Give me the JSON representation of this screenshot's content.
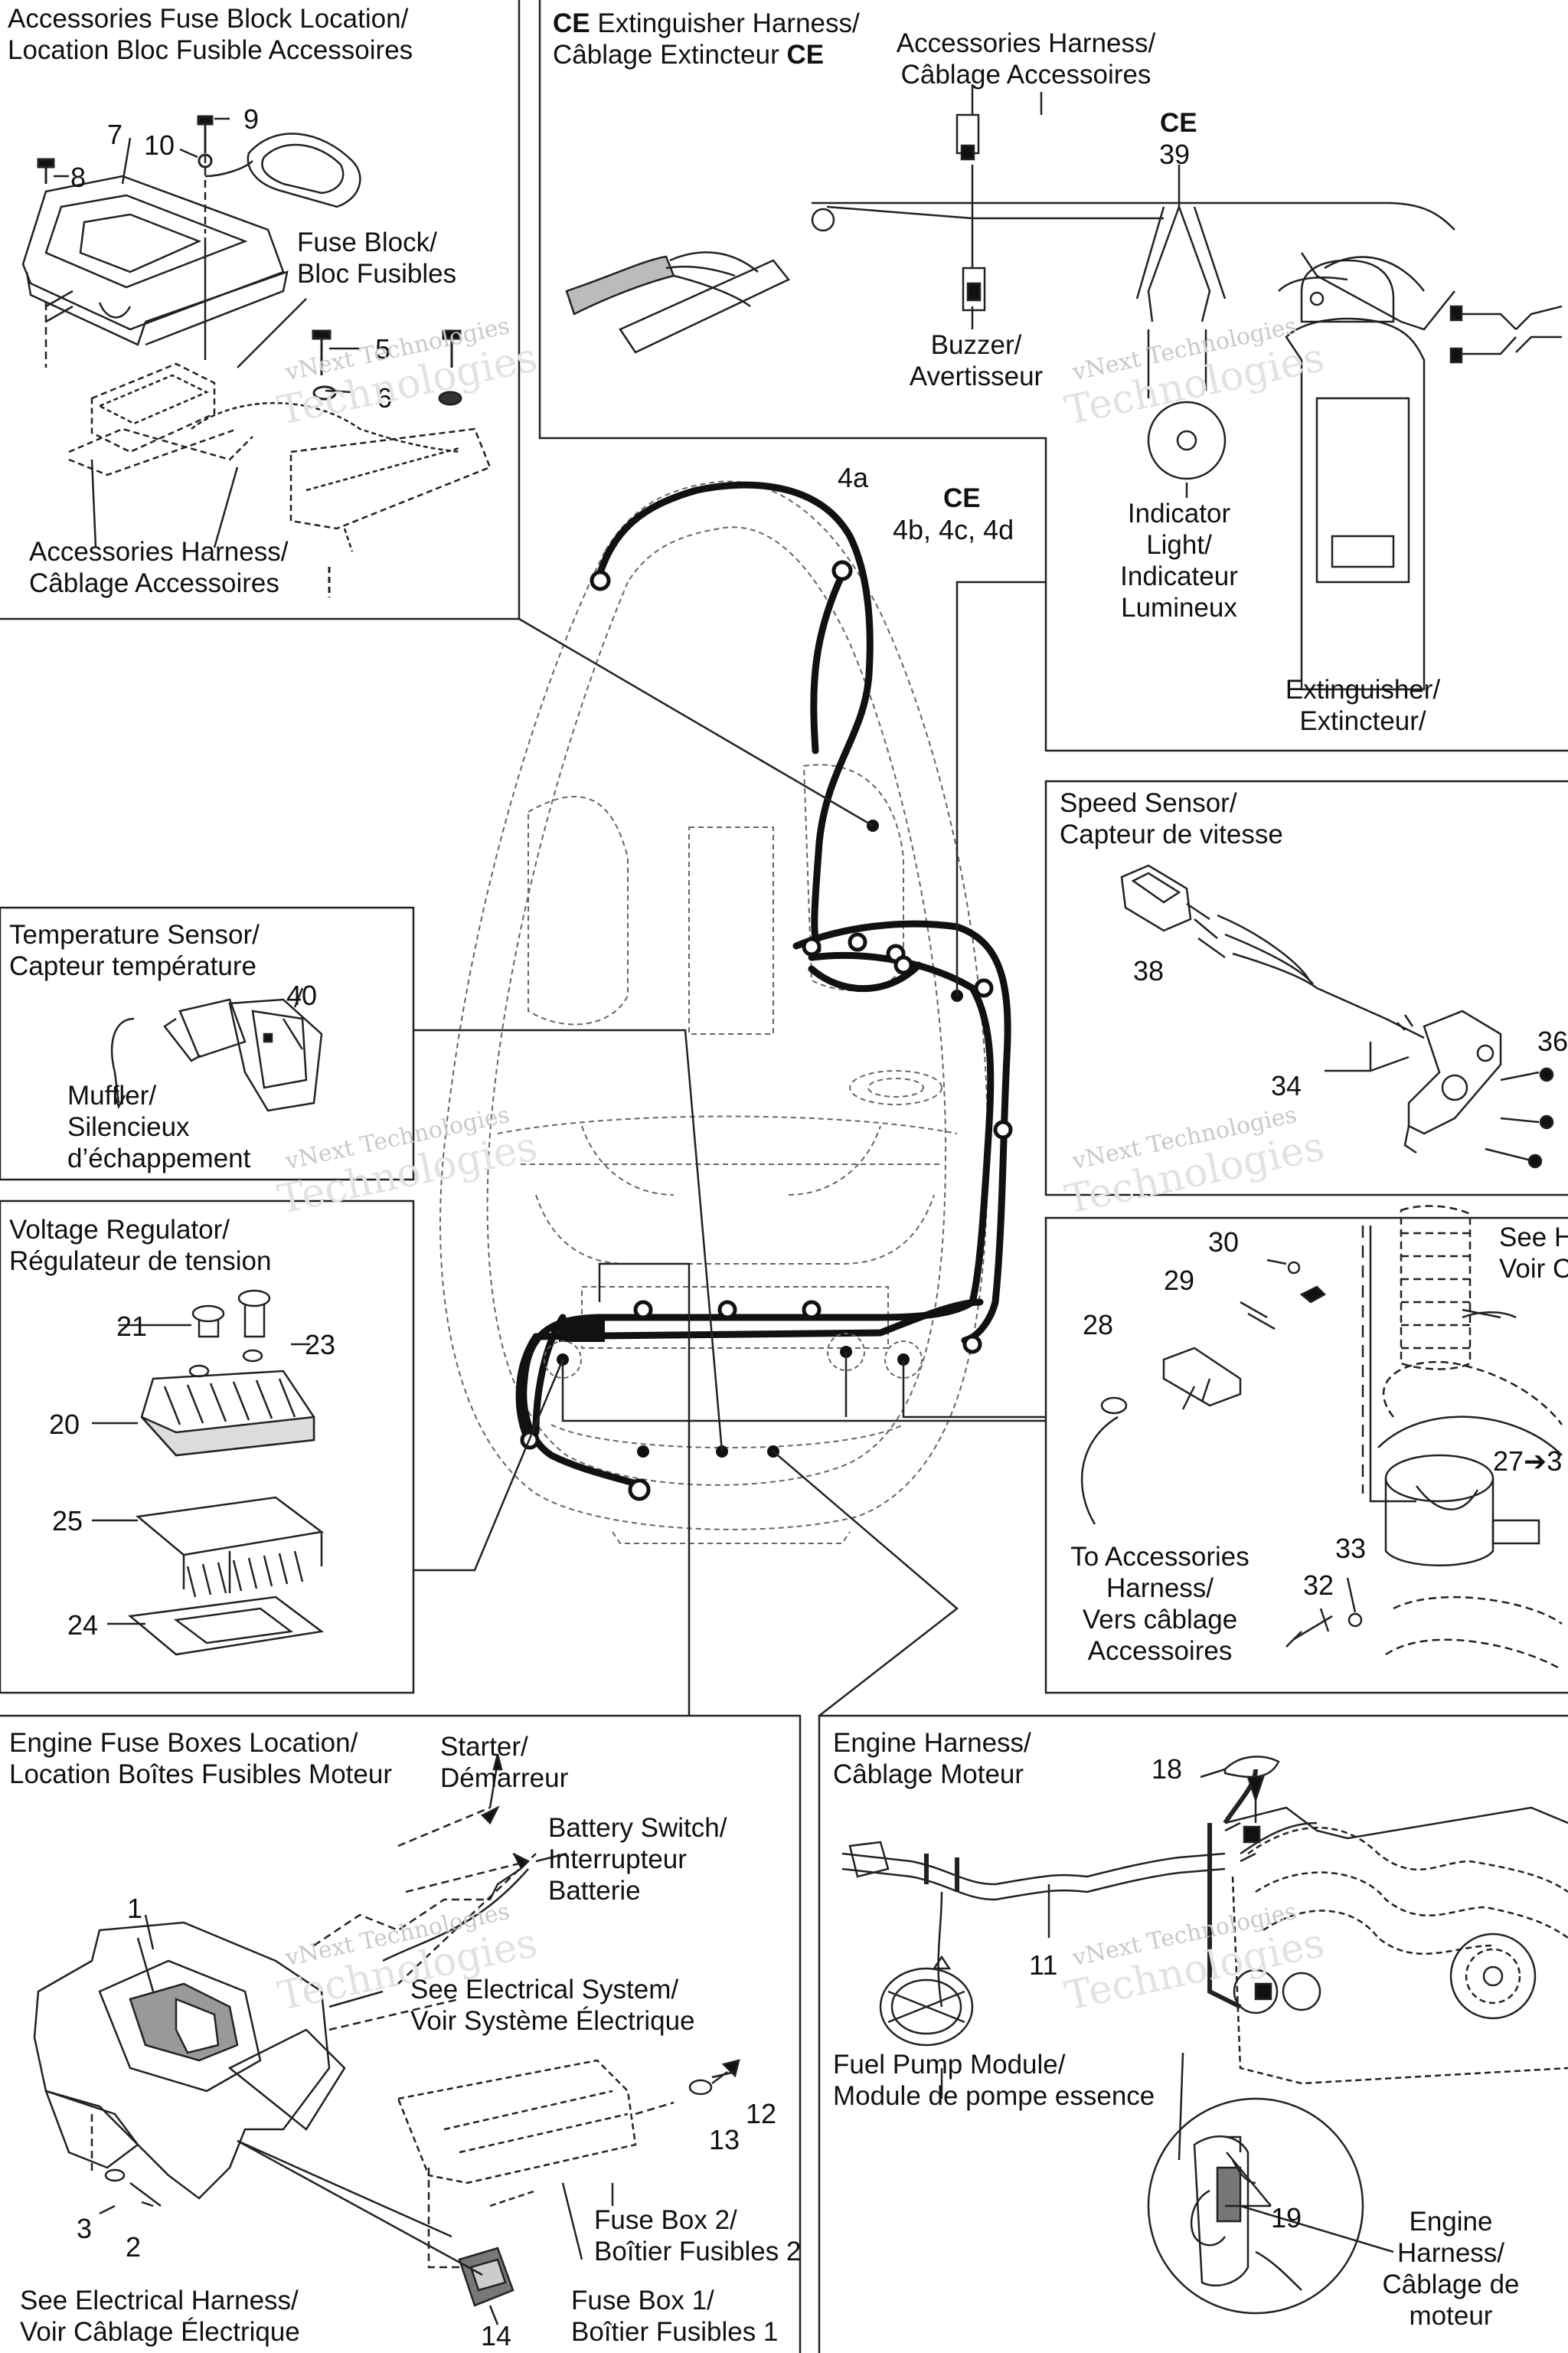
{
  "panels": {
    "accessories_fuse_block": {
      "title_1": "Accessories Fuse Block Location/",
      "title_2": "Location Bloc Fusible Accessoires"
    },
    "ce_extinguisher": {
      "title_1_bold": "CE",
      "title_1": " Extinguisher Harness/",
      "title_2": "Câblage Extincteur ",
      "title_2_bold": "CE"
    },
    "speed_sensor": {
      "title_1": "Speed Sensor/",
      "title_2": "Capteur de vitesse"
    },
    "temperature_sensor": {
      "title_1": "Temperature Sensor/",
      "title_2": "Capteur température"
    },
    "voltage_regulator": {
      "title_1": "Voltage Regulator/",
      "title_2": "Régulateur de tension"
    },
    "engine_fuse_boxes": {
      "title_1": "Engine Fuse Boxes Location/",
      "title_2": "Location Boîtes Fusibles Moteur"
    },
    "engine_harness": {
      "title_1": "Engine Harness/",
      "title_2": "Câblage Moteur"
    }
  },
  "labels": {
    "fuse_block": [
      "Fuse Block/",
      "Bloc Fusibles"
    ],
    "accessories_harness_left": [
      "Accessories Harness/",
      "Câblage Accessoires"
    ],
    "accessories_harness_top": [
      "Accessories Harness/",
      "Câblage Accessoires"
    ],
    "buzzer": [
      "Buzzer/",
      "Avertisseur"
    ],
    "indicator_light": [
      "Indicator",
      "Light/",
      "Indicateur",
      "Lumineux"
    ],
    "extinguisher": [
      "Extinguisher/",
      "Extincteur/"
    ],
    "muffler": [
      "Muffler/",
      "Silencieux",
      "d’échappement"
    ],
    "see_h": [
      "See H",
      "Voir Co"
    ],
    "to_accessories_harness": [
      "To Accessories",
      "Harness/",
      "Vers câblage",
      "Accessoires"
    ],
    "starter": [
      "Starter/",
      "Démarreur"
    ],
    "battery_switch": [
      "Battery Switch/",
      "Interrupteur",
      "Batterie"
    ],
    "see_electrical_system": [
      "See Electrical System/",
      "Voir Système Électrique"
    ],
    "fuse_box_2": [
      "Fuse Box 2/",
      "Boîtier Fusibles 2"
    ],
    "fuse_box_1": [
      "Fuse Box 1/",
      "Boîtier Fusibles 1"
    ],
    "see_electrical_harness": [
      "See Electrical Harness/",
      "Voir Câblage Électrique"
    ],
    "fuel_pump_module": [
      "Fuel Pump Module/",
      "Module de pompe essence"
    ],
    "engine_harness_callout": [
      "Engine",
      "Harness/",
      "Câblage de",
      "moteur"
    ],
    "ce_39": "CE",
    "ce_4": "CE"
  },
  "callouts": {
    "n1": "1",
    "n2": "2",
    "n3": "3",
    "n4a": "4a",
    "n4bcd": "4b, 4c, 4d",
    "n5": "5",
    "n6": "6",
    "n7": "7",
    "n8": "8",
    "n9": "9",
    "n10": "10",
    "n11": "11",
    "n12": "12",
    "n13": "13",
    "n14": "14",
    "n18": "18",
    "n19": "19",
    "n20": "20",
    "n21": "21",
    "n23": "23",
    "n24": "24",
    "n25": "25",
    "n27": "27➔3",
    "n28": "28",
    "n29": "29",
    "n30": "30",
    "n32": "32",
    "n33": "33",
    "n34": "34",
    "n36": "36",
    "n38": "38",
    "n39": "39",
    "n40": "40"
  },
  "watermark": {
    "line_1": "vNext Technologies",
    "line_2": "Technologies"
  }
}
